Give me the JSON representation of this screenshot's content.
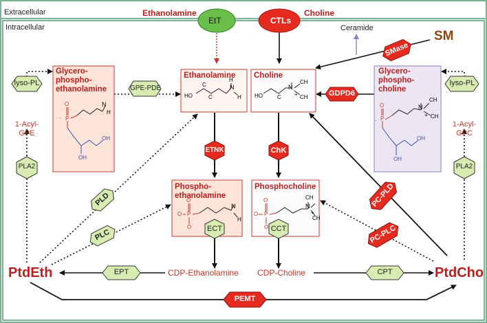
{
  "compartments": {
    "outside": "Extracellular",
    "inside": "Intracellular"
  },
  "inputs": {
    "ethanolamine": "Ethanolamine",
    "choline": "Choline",
    "ceramide": "Ceramide",
    "sm": "SM"
  },
  "transporters": {
    "ett": "EtT",
    "ctls": "CTLs"
  },
  "boxes": {
    "gpe": [
      "Glycero-",
      "phospho-",
      "ethanolamine"
    ],
    "gpc": [
      "Glycero-",
      "phospho-",
      "choline"
    ],
    "ethanolamine": "Ethanolamine",
    "choline": "Choline",
    "pe": [
      "Phospho-",
      "ethanolamine"
    ],
    "pc": "Phosphocholine"
  },
  "enzymes": {
    "gpe_pde": "GPE-PDE",
    "gdpd6": "GDPD6",
    "smase": "SMase",
    "etnk": "ETNK",
    "chk": "ChK",
    "ect": "ECT",
    "cct": "CCT",
    "ept": "EPT",
    "cpt": "CPT",
    "pemt": "PEMT",
    "pld": "PLD",
    "plc": "PLC",
    "pc_pld": "PC-PLD",
    "pc_plc": "PC-PLC",
    "lyso_pl_left": "lyso-PL",
    "lyso_pl_right": "lyso-PL",
    "pla2_left": "PLA2",
    "pla2_right": "PLA2"
  },
  "side_labels": {
    "acyl_gpe": [
      "1-Acyl-",
      "GPE"
    ],
    "acyl_gpc": [
      "1-Acyl-",
      "GPC"
    ]
  },
  "metabolites": {
    "ptdeth": "PtdEth",
    "ptdcho": "PtdCho",
    "cdp_eth": "CDP-Ethanolamine",
    "cdp_cho": "CDP-Choline"
  },
  "structure_atoms": {
    "oh": "OH",
    "ho": "HO",
    "n": "N",
    "h": "H",
    "h2": "H",
    "c": "C",
    "sub2": "2",
    "ch3": "CH",
    "sub3": "3",
    "plus": "+",
    "o": "O",
    "p": "P",
    "minus": "-"
  },
  "colors": {
    "compartment_border": "#2e8b57",
    "enzyme_green": "#d6ecb0",
    "enzyme_red": "#e52b1f",
    "box_orange": "#fde4d8",
    "box_purple": "#ece6f2",
    "box_border": "#c0392b",
    "accent_red": "#b81f1f"
  }
}
